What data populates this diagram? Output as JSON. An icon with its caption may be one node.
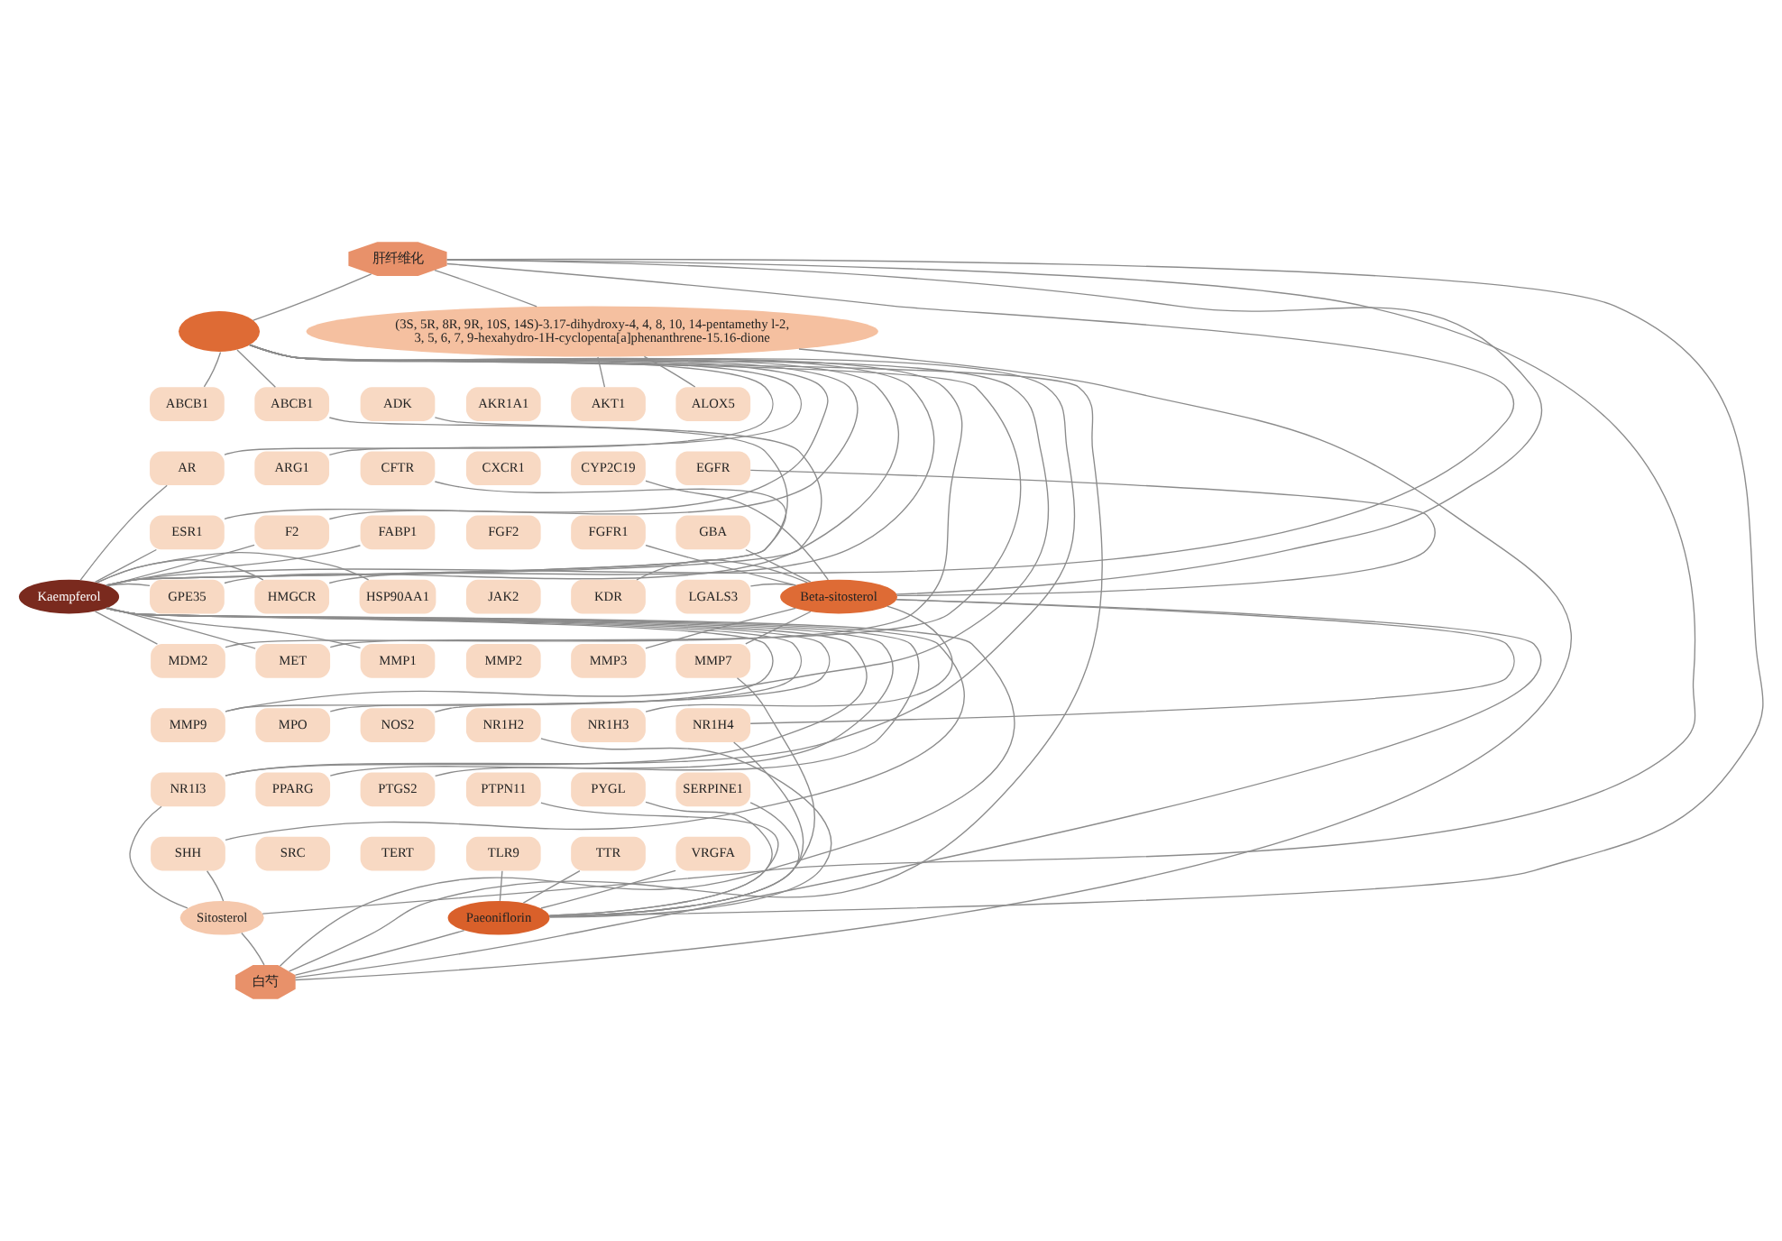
{
  "diagram": {
    "nodes": [
      {
        "text": [
          "肝纤维化"
        ]
      },
      {
        "text": [],
        "shape": "ellipse"
      },
      {
        "text": [
          "(3S, 5R, 8R, 9R, 10S, 14S)-3.17-dihydroxy-4, 4, 8, 10, 14-pentamethy l-2, 3, 5, 6, 7, 9-hexahydro-1H-cyclopenta[a]phenanthrene-15.16-dione"
        ]
      },
      {
        "text": [
          "Kaempferol"
        ]
      },
      {
        "text": [
          "Beta-sitosterol"
        ]
      },
      {
        "text": [
          "Sitosterol"
        ]
      },
      {
        "text": [
          "Paeoniflorin"
        ]
      },
      {
        "text": [
          "白芍"
        ]
      },
      {
        "text": [
          "ABCB1"
        ]
      },
      {
        "text": [
          "ABCB1"
        ]
      },
      {
        "text": [
          "ADK"
        ]
      },
      {
        "text": [
          "AKR1A1"
        ]
      },
      {
        "text": [
          "AKT1"
        ]
      },
      {
        "text": [
          "ALOX5"
        ]
      },
      {
        "text": [
          "AR"
        ]
      },
      {
        "text": [
          "ARG1"
        ]
      },
      {
        "text": [
          "CFTR"
        ]
      },
      {
        "text": [
          "CXCR1"
        ]
      },
      {
        "text": [
          "CYP2C19"
        ]
      },
      {
        "text": [
          "EGFR"
        ]
      },
      {
        "text": [
          "ESR1"
        ]
      },
      {
        "text": [
          "F2"
        ]
      },
      {
        "text": [
          "FABP1"
        ]
      },
      {
        "text": [
          "FGF2"
        ]
      },
      {
        "text": [
          "FGFR1"
        ]
      },
      {
        "text": [
          "GBA"
        ]
      },
      {
        "text": [
          "GPE35"
        ]
      },
      {
        "text": [
          "HMGCR"
        ]
      },
      {
        "text": [
          "HSP90AA1"
        ]
      },
      {
        "text": [
          "JAK2"
        ]
      },
      {
        "text": [
          "KDR"
        ]
      },
      {
        "text": [
          "LGALS3"
        ]
      },
      {
        "text": [
          "MDM2"
        ]
      },
      {
        "text": [
          "MET"
        ]
      },
      {
        "text": [
          "MMP1"
        ]
      },
      {
        "text": [
          "MMP2"
        ]
      },
      {
        "text": [
          "MMP3"
        ]
      },
      {
        "text": [
          "MMP7"
        ]
      },
      {
        "text": [
          "MMP9"
        ]
      },
      {
        "text": [
          "MPO"
        ]
      },
      {
        "text": [
          "NOS2"
        ]
      },
      {
        "text": [
          "NR1H2"
        ]
      },
      {
        "text": [
          "NR1H3"
        ]
      },
      {
        "text": [
          "NR1H4"
        ]
      },
      {
        "text": [
          "NR1I3"
        ]
      },
      {
        "text": [
          "PPARG"
        ]
      },
      {
        "text": [
          "PTGS2"
        ]
      },
      {
        "text": [
          "PTPN11"
        ]
      },
      {
        "text": [
          "PYGL"
        ]
      },
      {
        "text": [
          "SERPINE1"
        ]
      },
      {
        "text": [
          "SHH"
        ]
      },
      {
        "text": [
          "SRC"
        ]
      },
      {
        "text": [
          "TERT"
        ]
      },
      {
        "text": [
          "TLR9"
        ]
      },
      {
        "text": [
          "TTR"
        ]
      },
      {
        "text": [
          "VRGFA"
        ]
      }
    ],
    "edges": [
      {
        "from": 0,
        "to": 1,
        "arrow": "none"
      },
      {
        "from": 0,
        "to": 2,
        "arrow": "none"
      },
      {
        "from": 0,
        "to": 3,
        "arrow": "none"
      },
      {
        "from": 0,
        "to": 4,
        "arrow": "none"
      },
      {
        "from": 0,
        "to": 5,
        "arrow": "none"
      },
      {
        "from": 0,
        "to": 6,
        "arrow": "none"
      },
      {
        "from": 7,
        "to": 1,
        "arrow": "none"
      },
      {
        "from": 7,
        "to": 2,
        "arrow": "none"
      },
      {
        "from": 7,
        "to": 3,
        "arrow": "none"
      },
      {
        "from": 7,
        "to": 4,
        "arrow": "none"
      },
      {
        "from": 7,
        "to": 5,
        "arrow": "none"
      },
      {
        "from": 7,
        "to": 6,
        "arrow": "none"
      },
      {
        "from": 1,
        "to": 8,
        "arrow": "none"
      },
      {
        "from": 1,
        "to": 9,
        "arrow": "none"
      },
      {
        "from": 1,
        "to": 14,
        "arrow": "none"
      },
      {
        "from": 1,
        "to": 20,
        "arrow": "none"
      },
      {
        "from": 1,
        "to": 26,
        "arrow": "none"
      },
      {
        "from": 1,
        "to": 32,
        "arrow": "none"
      },
      {
        "from": 1,
        "to": 15,
        "arrow": "none"
      },
      {
        "from": 1,
        "to": 21,
        "arrow": "none"
      },
      {
        "from": 1,
        "to": 27,
        "arrow": "none"
      },
      {
        "from": 1,
        "to": 33,
        "arrow": "none"
      },
      {
        "from": 1,
        "to": 38,
        "arrow": "none"
      },
      {
        "from": 1,
        "to": 44,
        "arrow": "none"
      },
      {
        "from": 2,
        "to": 13,
        "arrow": "none"
      },
      {
        "from": 2,
        "to": 12,
        "arrow": "none"
      },
      {
        "from": 3,
        "to": 14,
        "arrow": "none"
      },
      {
        "from": 3,
        "to": 20,
        "arrow": "none"
      },
      {
        "from": 3,
        "to": 26,
        "arrow": "none"
      },
      {
        "from": 3,
        "to": 32,
        "arrow": "none"
      },
      {
        "from": 3,
        "to": 38,
        "arrow": "none"
      },
      {
        "from": 3,
        "to": 44,
        "arrow": "none"
      },
      {
        "from": 3,
        "to": 50,
        "arrow": "none"
      },
      {
        "from": 3,
        "to": 9,
        "arrow": "none"
      },
      {
        "from": 3,
        "to": 10,
        "arrow": "none"
      },
      {
        "from": 3,
        "to": 16,
        "arrow": "none"
      },
      {
        "from": 3,
        "to": 22,
        "arrow": "none"
      },
      {
        "from": 3,
        "to": 28,
        "arrow": "none"
      },
      {
        "from": 3,
        "to": 34,
        "arrow": "none"
      },
      {
        "from": 3,
        "to": 40,
        "arrow": "none"
      },
      {
        "from": 3,
        "to": 46,
        "arrow": "none"
      },
      {
        "from": 3,
        "to": 21,
        "arrow": "none"
      },
      {
        "from": 3,
        "to": 27,
        "arrow": "none"
      },
      {
        "from": 3,
        "to": 33,
        "arrow": "none"
      },
      {
        "from": 3,
        "to": 39,
        "arrow": "none"
      },
      {
        "from": 3,
        "to": 45,
        "arrow": "none"
      },
      {
        "from": 4,
        "to": 19,
        "arrow": "none"
      },
      {
        "from": 4,
        "to": 25,
        "arrow": "none"
      },
      {
        "from": 4,
        "to": 31,
        "arrow": "none"
      },
      {
        "from": 4,
        "to": 37,
        "arrow": "none"
      },
      {
        "from": 4,
        "to": 43,
        "arrow": "none"
      },
      {
        "from": 4,
        "to": 24,
        "arrow": "none"
      },
      {
        "from": 4,
        "to": 30,
        "arrow": "none"
      },
      {
        "from": 4,
        "to": 36,
        "arrow": "none"
      },
      {
        "from": 4,
        "to": 42,
        "arrow": "none"
      },
      {
        "from": 4,
        "to": 18,
        "arrow": "none"
      },
      {
        "from": 5,
        "to": 50,
        "arrow": "none"
      },
      {
        "from": 5,
        "to": 44,
        "arrow": "none"
      },
      {
        "from": 6,
        "to": 55,
        "arrow": "none"
      },
      {
        "from": 6,
        "to": 49,
        "arrow": "none"
      },
      {
        "from": 6,
        "to": 54,
        "arrow": "none"
      },
      {
        "from": 6,
        "to": 53,
        "arrow": "none"
      },
      {
        "from": 6,
        "to": 48,
        "arrow": "none"
      },
      {
        "from": 6,
        "to": 43,
        "arrow": "none"
      },
      {
        "from": 6,
        "to": 37,
        "arrow": "none"
      },
      {
        "from": 6,
        "to": 47,
        "arrow": "none"
      },
      {
        "from": 6,
        "to": 41,
        "arrow": "none"
      }
    ]
  }
}
